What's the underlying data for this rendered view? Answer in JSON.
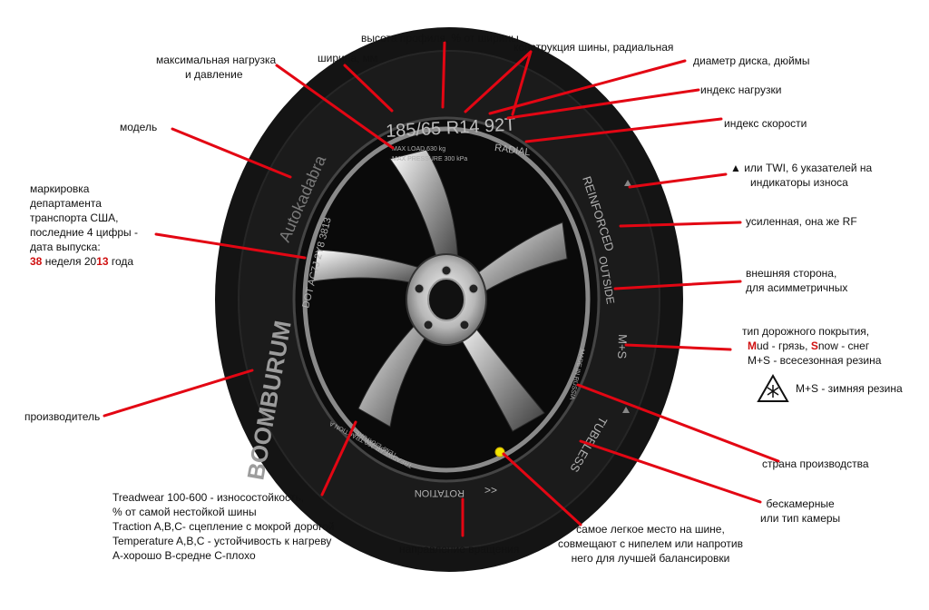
{
  "colors": {
    "arrow": "#e30613",
    "tire": "#141414",
    "marking": "#aaaaaa",
    "dot": "#f2e600"
  },
  "tire_markings": {
    "size": "185/65 R14 92T",
    "max_load": "MAX LOAD 630 kg",
    "max_pressure": "MAX PRESSURE 300 kPa",
    "radial": "RADIAL",
    "model": "Autokadabra",
    "dot_code": "DOT AC7J 2Y8 3813",
    "manufacturer": "BOOMBURUM",
    "reinforced": "REINFORCED",
    "outside": "OUTSIDE",
    "ms": "M+S",
    "made_in": "MADE IN RUSSIA",
    "tubeless": "TUBELESS",
    "rotation": "ROTATION",
    "treadwear": "TREADWEAR 360 TRACTION A",
    "temperature": "TEMPERATURE A"
  },
  "labels": {
    "profile_height": "высота профиля,  % от ширины",
    "construction": "конструкция шины, радиальная",
    "width": "ширина, мм",
    "max_load_1": "максимальная нагрузка",
    "max_load_2": "и давление",
    "rim_diameter": "диаметр диска, дюймы",
    "load_index": "индекс нагрузки",
    "speed_index": "индекс скорости",
    "model": "модель",
    "twi_1": "▲ или TWI, 6 указателей на",
    "twi_2": "индикаторы износа",
    "dot_1": "маркировка",
    "dot_2": "департамента",
    "dot_3": "транспорта США,",
    "dot_4": "последние 4 цифры -",
    "dot_5": "дата выпуска:",
    "dot_6_a": "38",
    "dot_6_b": " неделя 20",
    "dot_6_c": "13",
    "dot_6_d": " года",
    "reinforced": "усиленная, она же RF",
    "outside_1": "внешняя сторона,",
    "outside_2": "для асимметричных",
    "road_1": "тип дорожного покрытия,",
    "road_2_a": "M",
    "road_2_b": "ud - грязь, ",
    "road_2_c": "S",
    "road_2_d": "now - снег",
    "road_3": "M+S - всесезонная резина",
    "winter": "M+S - зимняя резина",
    "manufacturer": "производитель",
    "country": "страна производства",
    "tubeless_1": "бескамерные",
    "tubeless_2": "или тип камеры",
    "tread_1": "Treadwear 100-600 - износостойкость,",
    "tread_2": "% от самой нестойкой шины",
    "tread_3": "Traction A,B,C- сцепление с мокрой дорогой",
    "tread_4": "Temperature A,B,C - устойчивость к нагреву",
    "tread_5": "A-хорошо B-средне C-плохо",
    "rotation": "направление вращения",
    "light_1": "самое легкое место на шине,",
    "light_2": "совмещают с нипелем или напротив",
    "light_3": "него для лучшей балансировки"
  }
}
